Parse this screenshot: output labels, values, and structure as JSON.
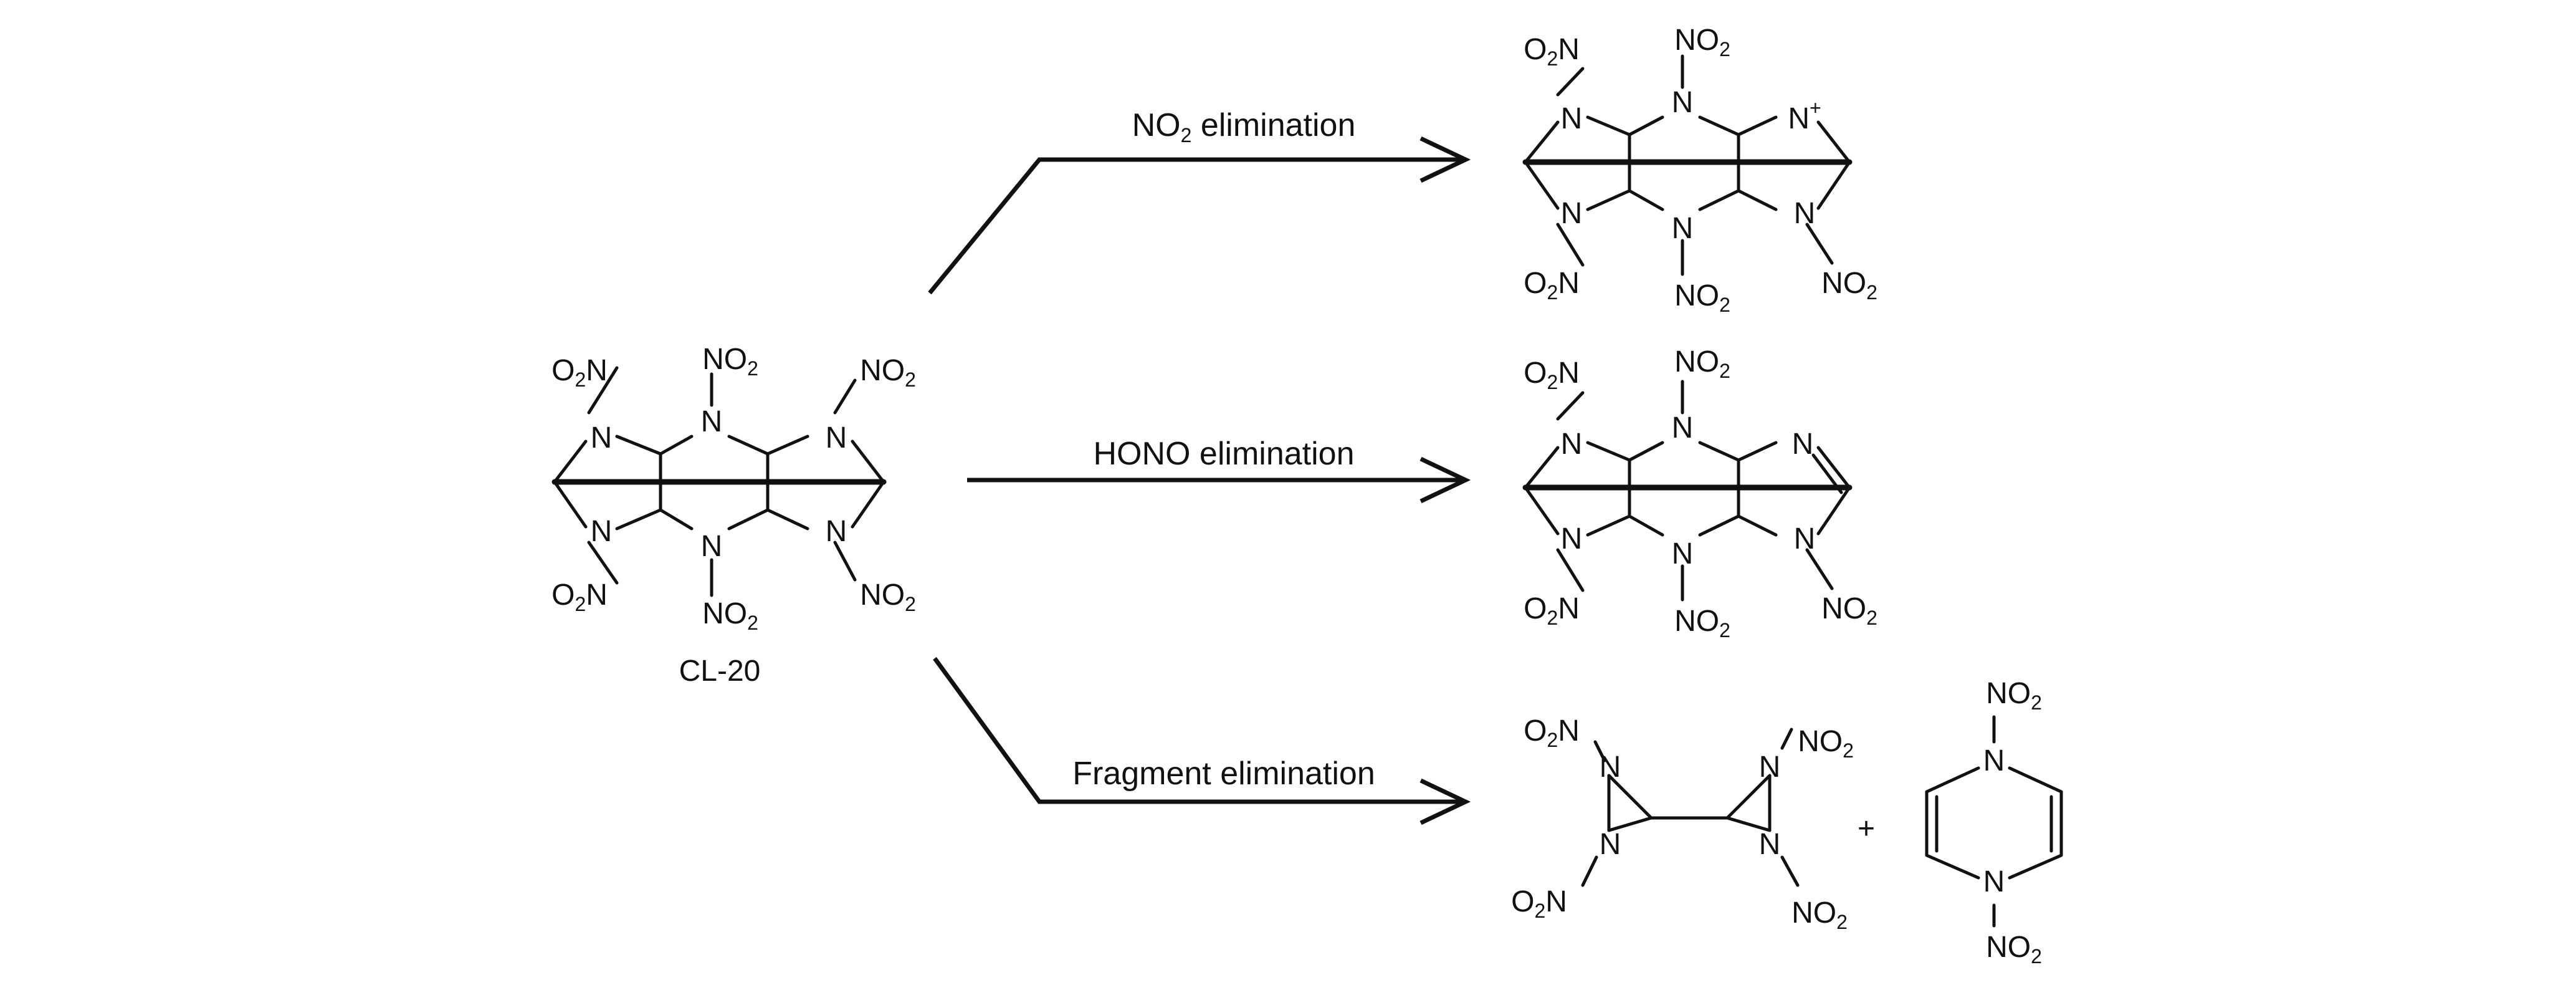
{
  "reactant": {
    "name": "CL-20"
  },
  "pathways": [
    {
      "label_main": "NO",
      "label_sub": "2",
      "label_rest": " elimination"
    },
    {
      "label_main": "HONO elimination",
      "label_sub": "",
      "label_rest": ""
    },
    {
      "label_main": "Fragment elimination",
      "label_sub": "",
      "label_rest": ""
    }
  ],
  "atoms": {
    "nitrogen": "N",
    "nitrogen_cation": "N",
    "charge": "+",
    "nitro_right_main": "NO",
    "nitro_left_pre": "O",
    "nitro_left_post": "N",
    "nitro_sub": "2",
    "plus_sign": "+"
  }
}
